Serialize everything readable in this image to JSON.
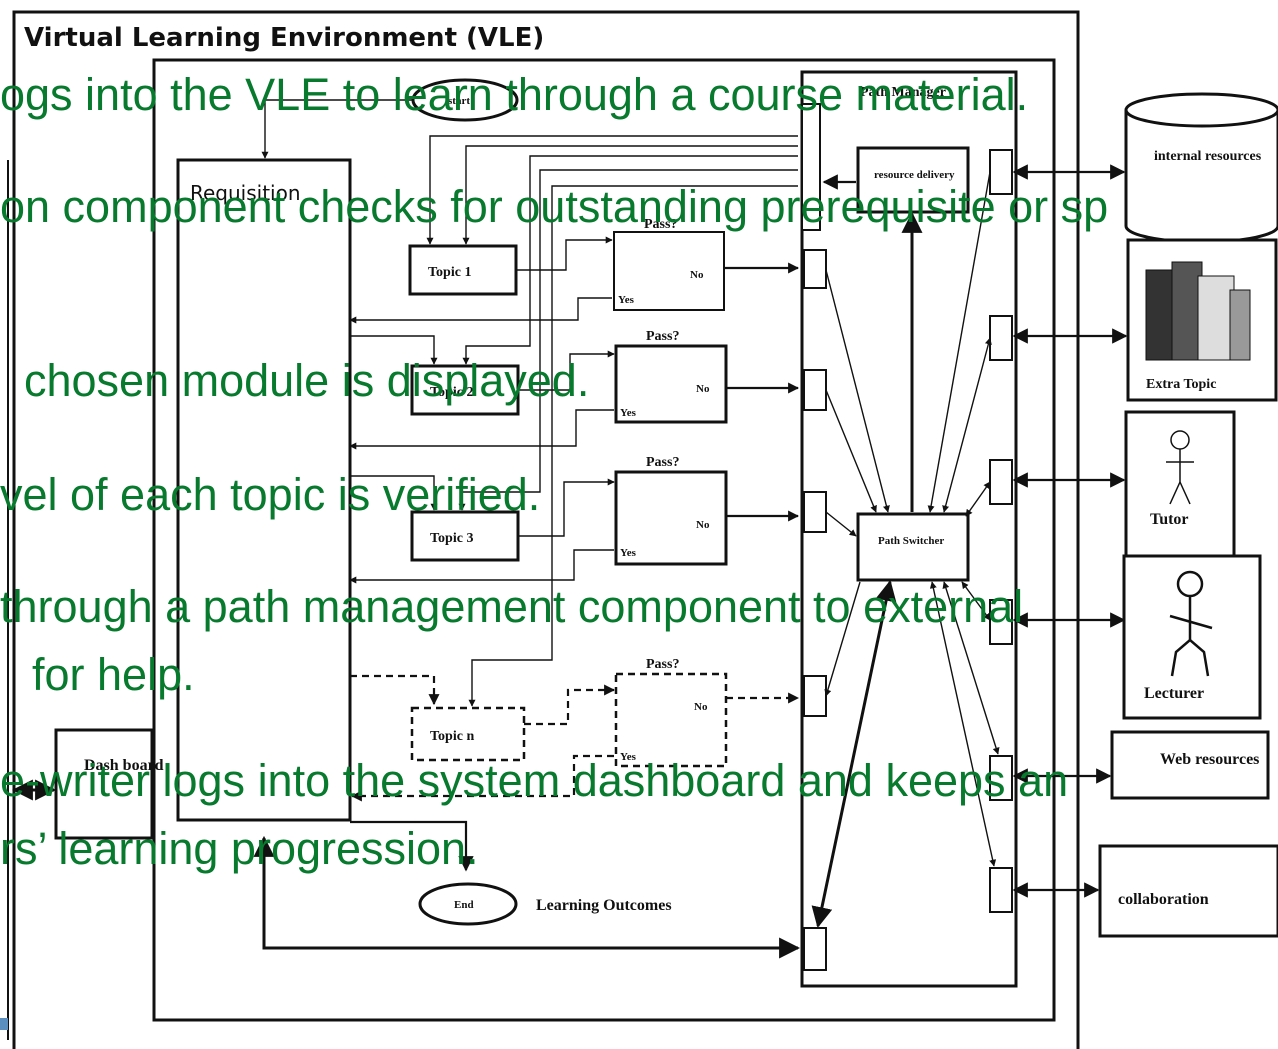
{
  "diagram": {
    "title": "Virtual Learning Environment (VLE)",
    "start_label": "start",
    "end_label": "End",
    "learning_outcomes": "Learning Outcomes",
    "requisition": "Requisition",
    "path_manager": "Path Manager",
    "resource_delivery": "resource delivery",
    "path_switcher": "Path Switcher",
    "dashboard": "Dash board",
    "topics": [
      {
        "label": "Topic 1",
        "pass": "Pass?",
        "no": "No",
        "yes": "Yes"
      },
      {
        "label": "Topic 2",
        "pass": "Pass?",
        "no": "No",
        "yes": "Yes"
      },
      {
        "label": "Topic 3",
        "pass": "Pass?",
        "no": "No",
        "yes": "Yes"
      },
      {
        "label": "Topic n",
        "pass": "Pass?",
        "no": "No",
        "yes": "Yes"
      }
    ],
    "resources": {
      "internal": "internal resources",
      "extra_topic": "Extra Topic",
      "tutor": "Tutor",
      "lecturer": "Lecturer",
      "web": "Web resources",
      "collaboration": "collaboration"
    }
  },
  "overlay_text": [
    "ogs into the VLE to learn through a course material.",
    "on component checks for outstanding prerequisite or sp",
    "chosen module is displayed.",
    "vel of each topic is verified.",
    "through a path management component to external",
    "for help.",
    "e-writer logs into the  system dashboard and keeps an",
    "rs’ learning progression."
  ]
}
